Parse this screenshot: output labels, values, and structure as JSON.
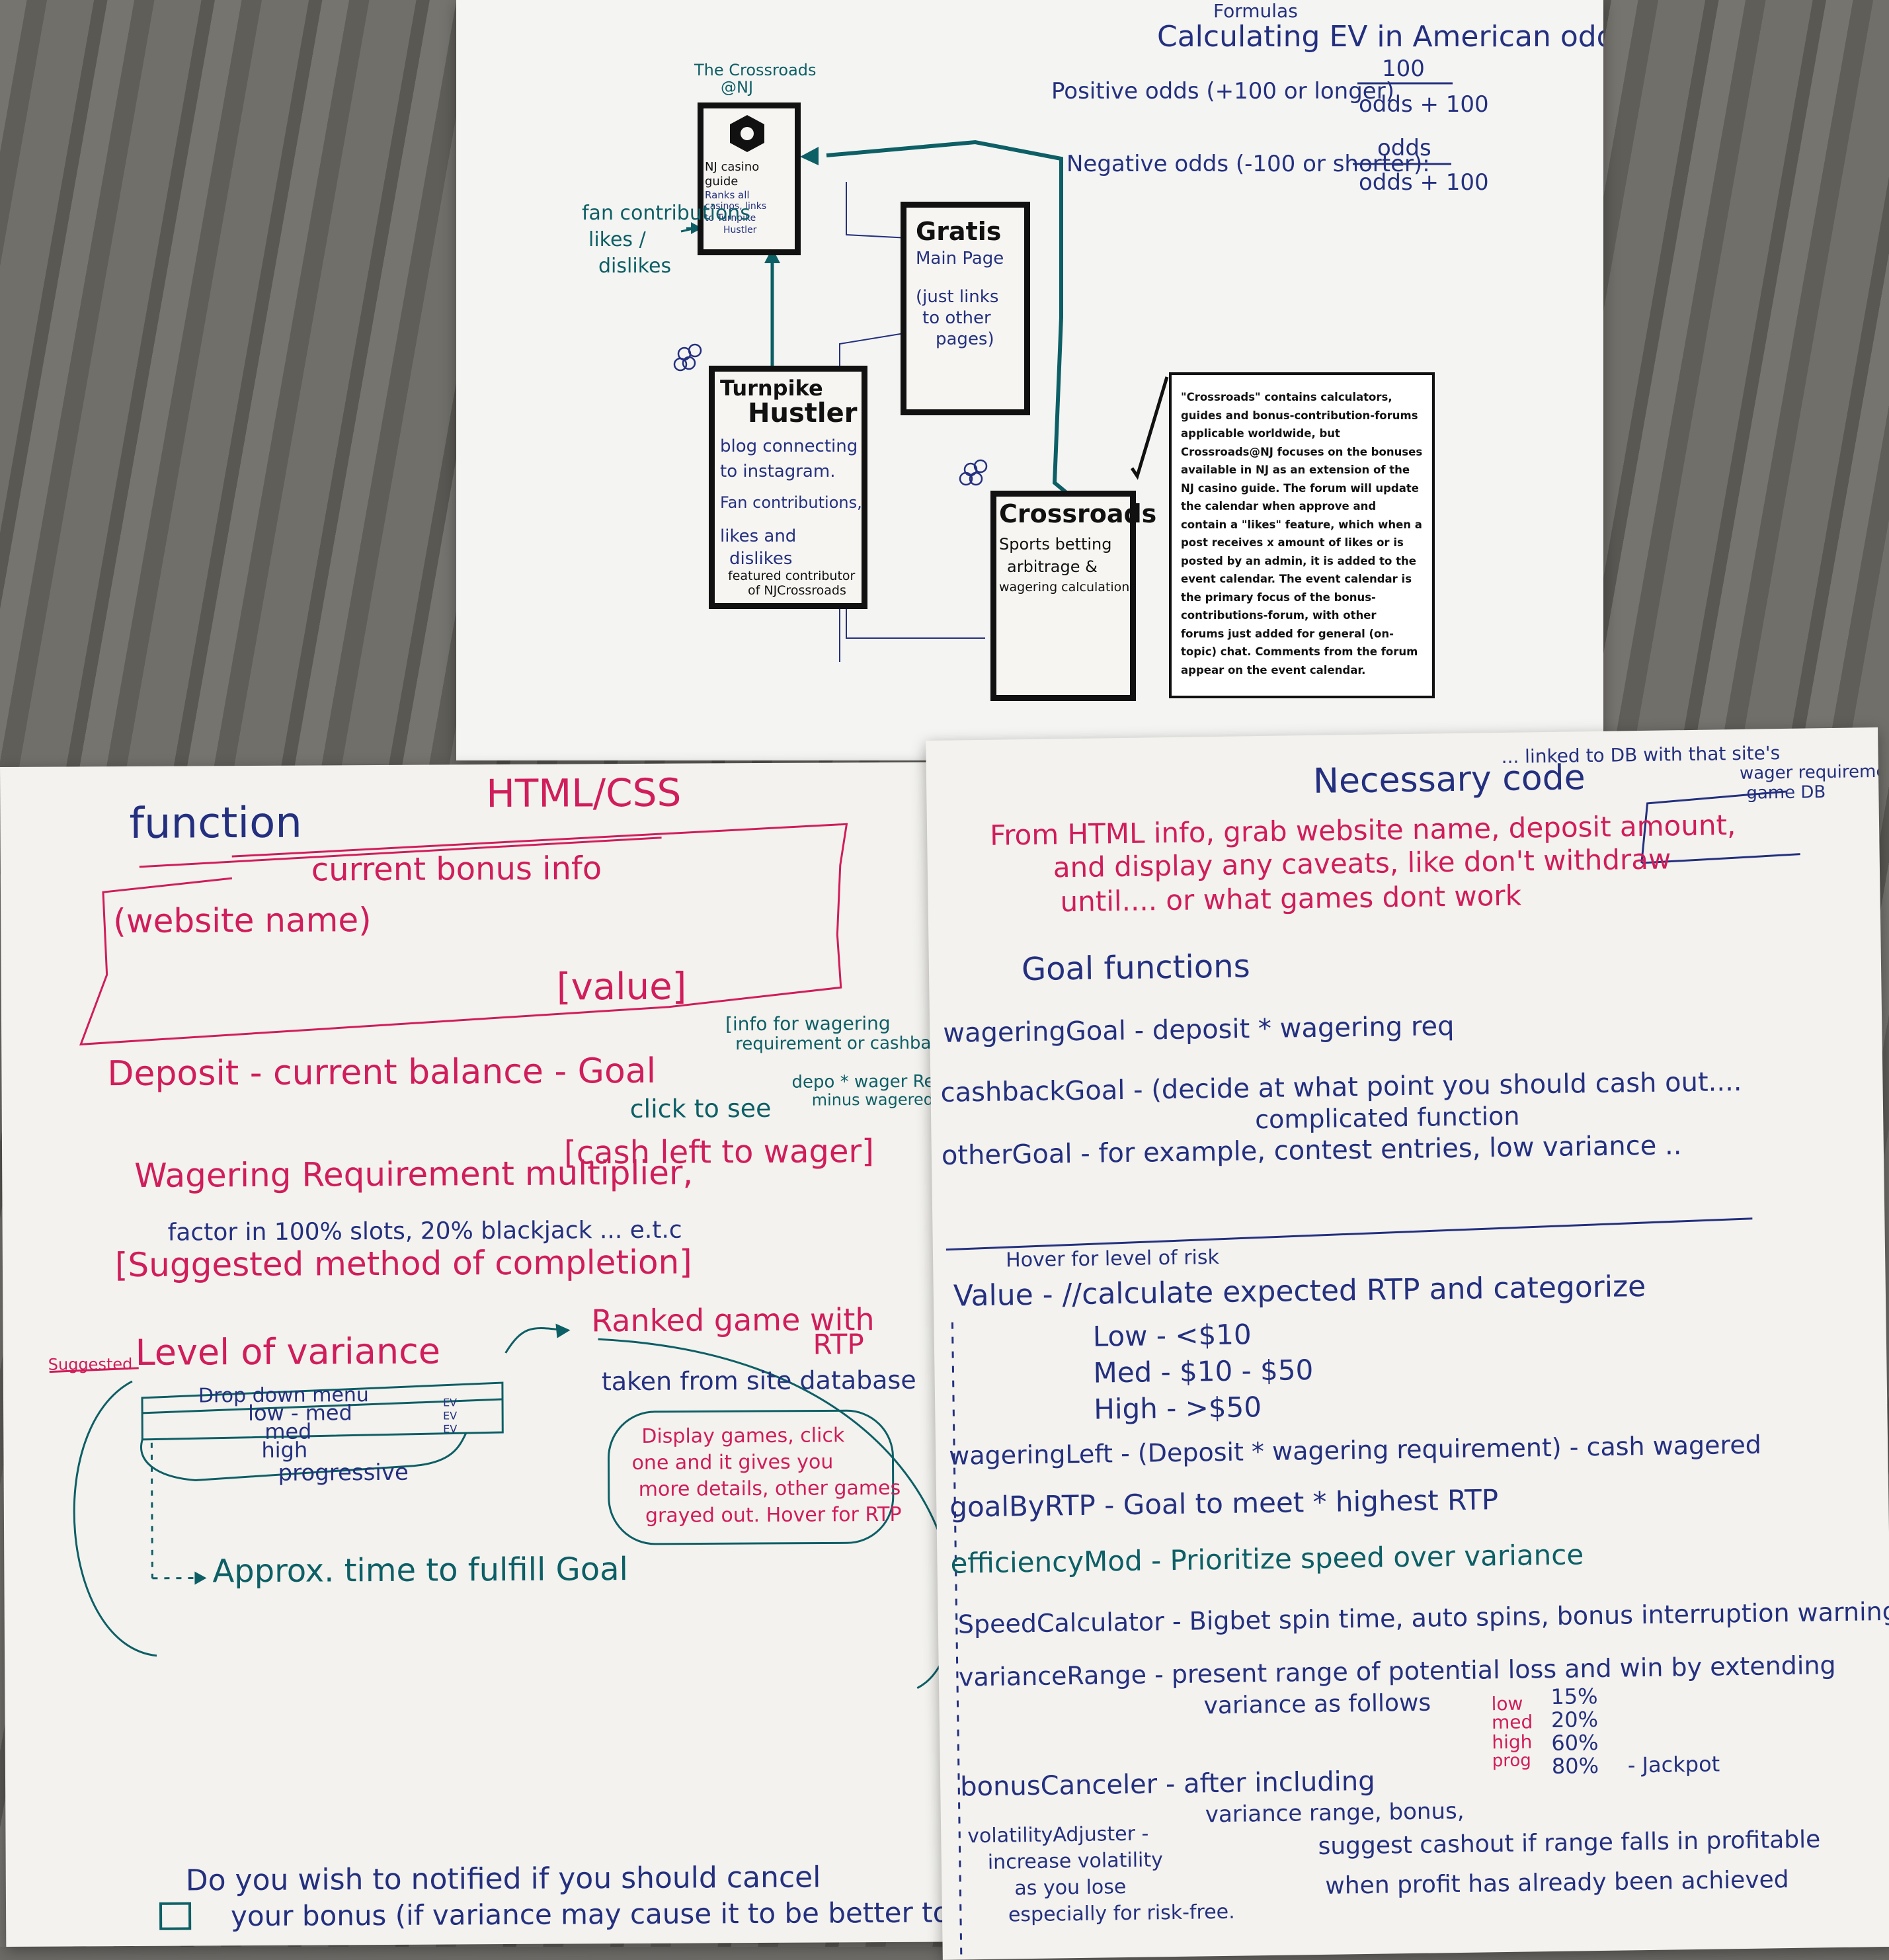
{
  "top_sheet": {
    "formulas_label": "Formulas",
    "formulas_title": "Calculating EV in American odds",
    "positive_label": "Positive odds (+100 or longer)",
    "positive_num": "100",
    "positive_den": "odds + 100",
    "negative_label": "Negative odds (-100 or shorter):",
    "negative_num": "odds",
    "negative_den": "odds + 100",
    "crossroads_nj_label_1": "The Crossroads",
    "crossroads_nj_label_2": "@NJ",
    "nj_box_line1": "NJ casino",
    "nj_box_line2": "guide",
    "nj_box_line3": "Ranks all",
    "nj_box_line4": "casinos, links",
    "nj_box_line5": "to Turnpike",
    "nj_box_line6": "Hustler",
    "fan_line1": "fan contributions",
    "fan_line2": "likes /",
    "fan_line3": "dislikes",
    "gratis_title": "Gratis",
    "gratis_line1": "Main Page",
    "gratis_line2": "(just links",
    "gratis_line3": "to other",
    "gratis_line4": "pages)",
    "turnpike_title1": "Turnpike",
    "turnpike_title2": "Hustler",
    "turnpike_line1": "blog connecting",
    "turnpike_line2": "to instagram.",
    "turnpike_line3": "Fan contributions,",
    "turnpike_line4": "likes and",
    "turnpike_line5": "dislikes",
    "turnpike_line6": "featured contributor",
    "turnpike_line7": "of NJCrossroads",
    "crossroads_title": "Crossroads",
    "crossroads_line1": "Sports betting",
    "crossroads_line2": "arbitrage &",
    "crossroads_line3": "wagering calculations",
    "note_text": "\"Crossroads\" contains calculators, guides and bonus-contribution-forums applicable worldwide, but Crossroads@NJ focuses on the bonuses available in NJ as an extension of the NJ casino guide. The forum will update the calendar when approve and contain a \"likes\" feature, which when a post receives x amount of likes or is posted by an admin, it is added to the event calendar. The event calendar is the primary focus of the bonus-contributions-forum, with other forums just added for general (on-topic) chat. Comments from the forum appear on the event calendar."
  },
  "left_sheet": {
    "function_label": "function",
    "html_css_label": "HTML/CSS",
    "current_bonus_info": "current bonus info",
    "website_name": "(website name)",
    "value_label": "[value]",
    "deposit_line": "Deposit - current balance - Goal",
    "info_note_1": "[info for wagering",
    "info_note_2": "requirement or cashback]",
    "click_to_see": "click to see",
    "depo_note_1": "depo * wager Req.",
    "depo_note_2": "minus wagered",
    "wagering_req_1": "Wagering Requirement multiplier,",
    "wagering_req_2": "[cash left to wager]",
    "factor_line": "factor in 100% slots, 20% blackjack ... e.t.c",
    "suggested_method": "[Suggested method of completion]",
    "crossed_word": "Suggested",
    "level_of_variance": "Level of variance",
    "ranked_game": "Ranked game with",
    "rtp": "RTP",
    "taken_from": "taken from site database",
    "dropdown_label": "Drop down menu",
    "dropdown_options": [
      "low - med",
      "med",
      "high",
      "progressive"
    ],
    "ev_tags": [
      "EV",
      "EV",
      "EV"
    ],
    "display_note_1": "Display games, click",
    "display_note_2": "one and it gives you",
    "display_note_3": "more details, other games",
    "display_note_4": "grayed out. Hover for RTP",
    "approx_time": "Approx. time to fulfill Goal",
    "notify_line_1": "Do you wish to notified if you should cancel",
    "notify_line_2": "your bonus (if variance may cause it to be better to cancel)"
  },
  "right_sheet": {
    "necessary_code": "Necessary code",
    "linked_note_1": "... linked to DB with that site's",
    "linked_note_2": "wager requirement,",
    "linked_note_3": "game DB",
    "from_html_1": "From HTML info, grab website name, deposit amount,",
    "from_html_2": "and display any caveats, like don't withdraw",
    "from_html_3": "until.... or what games dont work",
    "goal_functions": "Goal functions",
    "wagering_goal": "wageringGoal - deposit * wagering req",
    "cashback_goal": "cashbackGoal - (decide at what point you should cash out....",
    "complicated": "complicated function",
    "other_goal": "otherGoal - for example, contest entries, low variance ..",
    "hover_note": "Hover for level of risk",
    "value_fn": "Value - //calculate expected RTP and categorize",
    "value_low": "Low - <$10",
    "value_med": "Med - $10 - $50",
    "value_high": "High - >$50",
    "wagering_left": "wageringLeft - (Deposit * wagering requirement) - cash wagered",
    "goal_by_rtp": "goalByRTP - Goal to meet * highest RTP",
    "efficiency": "efficiencyMod - Prioritize speed over variance",
    "speed_calc": "SpeedCalculator - Bigbet spin time, auto spins, bonus interruption warnings.",
    "variance_range_1": "varianceRange - present range of potential loss and win by extending",
    "variance_range_2": "variance as follows",
    "var_labels": [
      "low",
      "med",
      "high",
      "prog"
    ],
    "var_values": [
      "15%",
      "20%",
      "60%",
      "80%"
    ],
    "jackpot": "- Jackpot",
    "bonus_canceler_1": "bonusCanceler - after including",
    "bonus_canceler_2": "variance range, bonus,",
    "bonus_canceler_3": "suggest cashout if range falls in profitable",
    "bonus_canceler_4": "when profit has already been achieved",
    "volatility_1": "volatilityAdjuster -",
    "volatility_2": "increase volatility",
    "volatility_3": "as you lose",
    "volatility_4": "especially for risk-free."
  }
}
